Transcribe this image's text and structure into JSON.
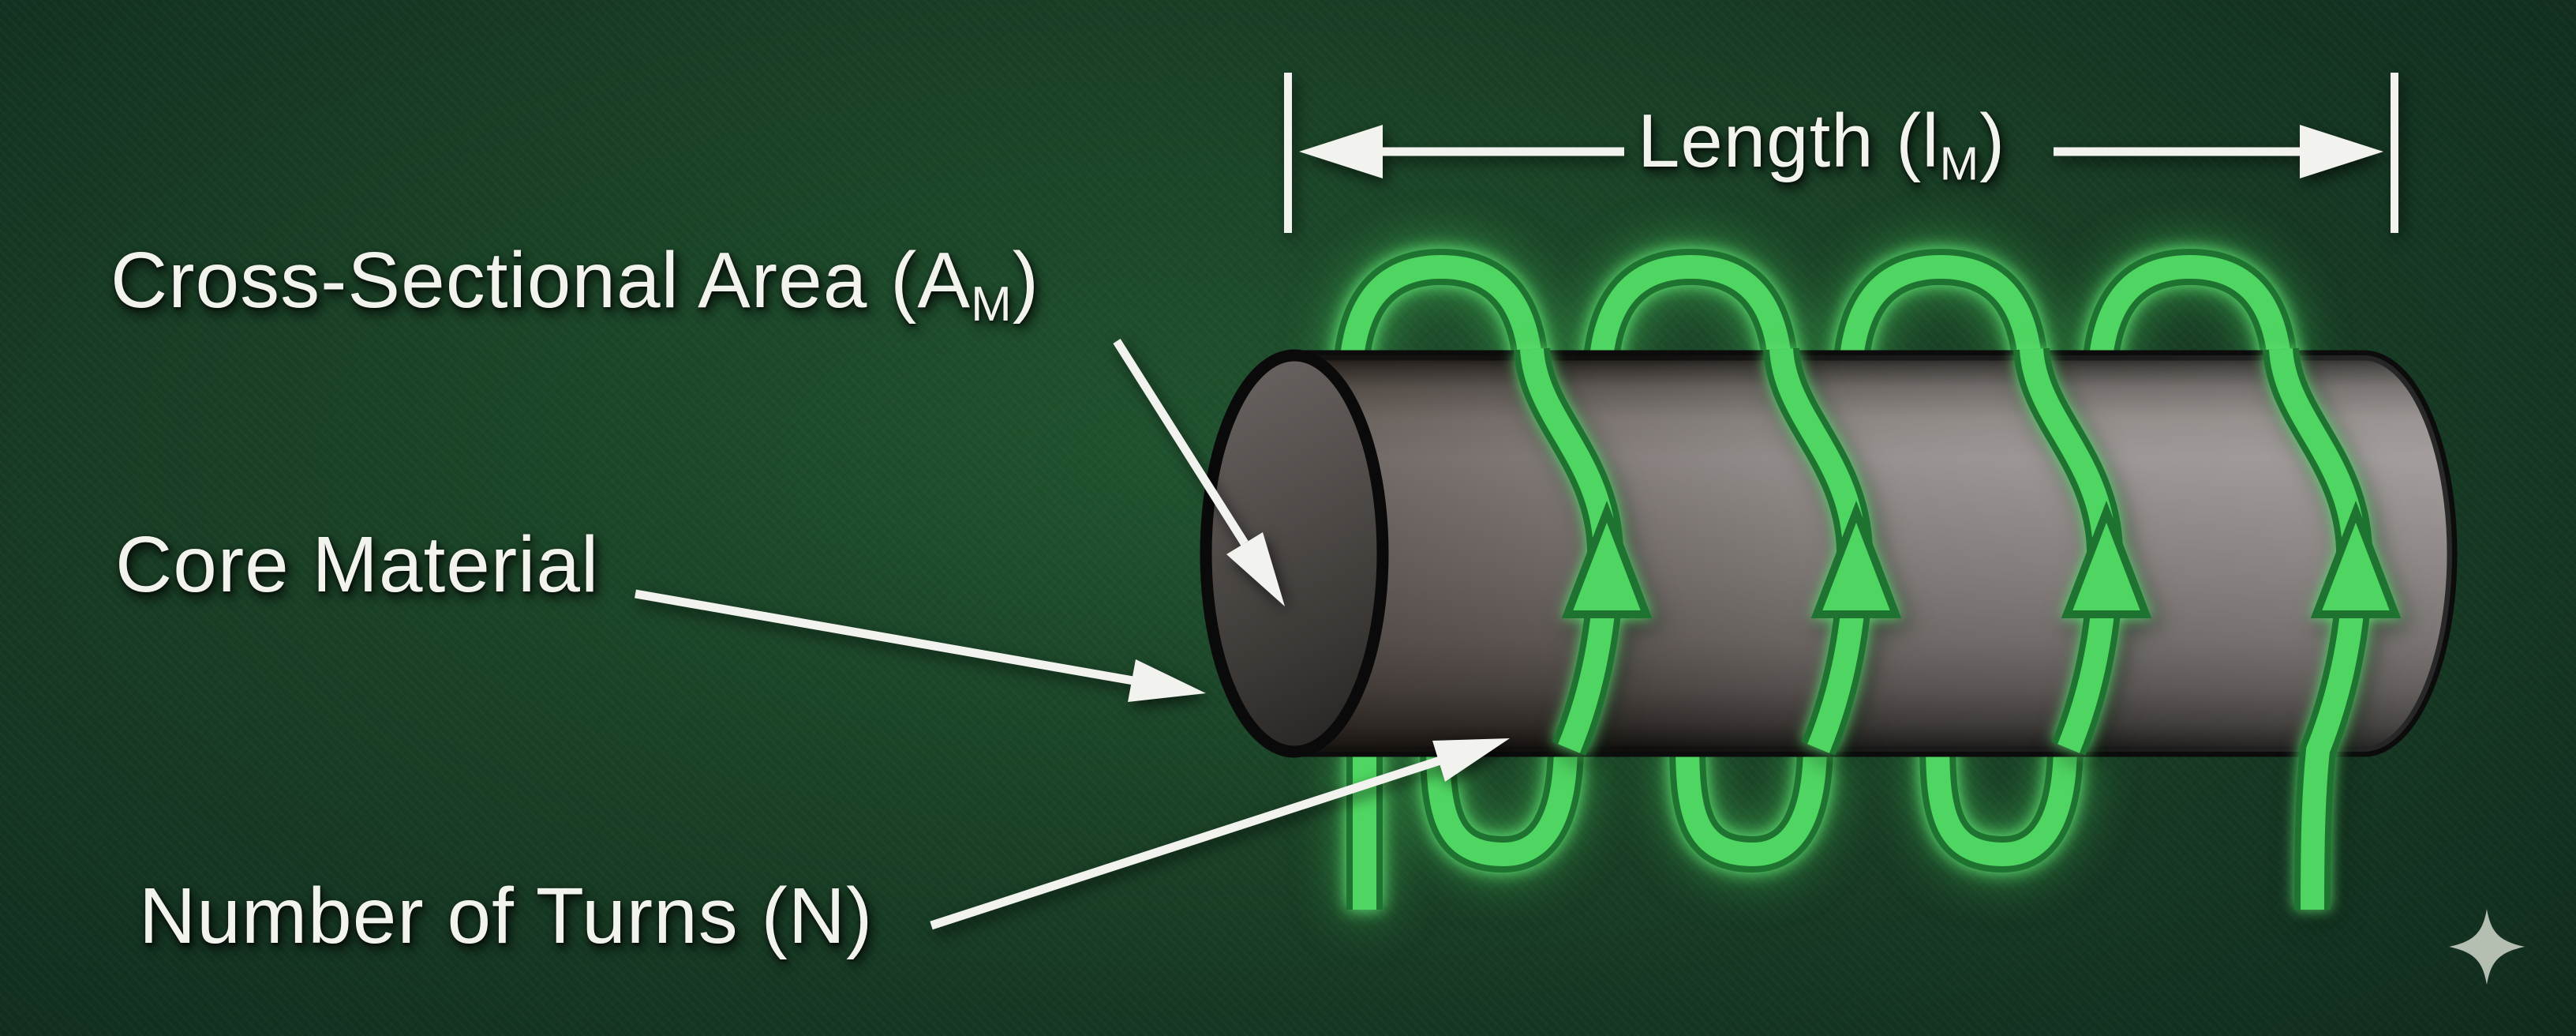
{
  "labels": {
    "length": {
      "prefix": "Length (l",
      "sub": "M",
      "suffix": ")"
    },
    "cross_sectional_area": {
      "prefix": "Cross-Sectional Area (A",
      "sub": "M",
      "suffix": ")"
    },
    "core_material": {
      "text": "Core Material"
    },
    "number_of_turns": {
      "text": "Number of Turns (N)"
    }
  },
  "icons": {
    "sparkle": "four-pointed-star",
    "current_arrows": "upward arrowheads on front of each coil turn"
  },
  "colors": {
    "background_center": "#20532f",
    "background_edge": "#050f08",
    "coil_bright": "#4fd662",
    "coil_outline": "#1f7330",
    "coil_glow": "#6eff82",
    "metal_light": "#979190",
    "metal_dark": "#141210",
    "label_text": "#f3f3ee",
    "sparkle": "#b5bfb1"
  },
  "diagram": {
    "type": "solenoid_inductor",
    "subject": "inductor coil wound on cylindrical core",
    "turns_visible": 4,
    "current_direction": "up the front of each turn",
    "annotated_parts": [
      "Length (lM)",
      "Cross-Sectional Area (AM)",
      "Core Material",
      "Number of Turns (N)"
    ]
  }
}
